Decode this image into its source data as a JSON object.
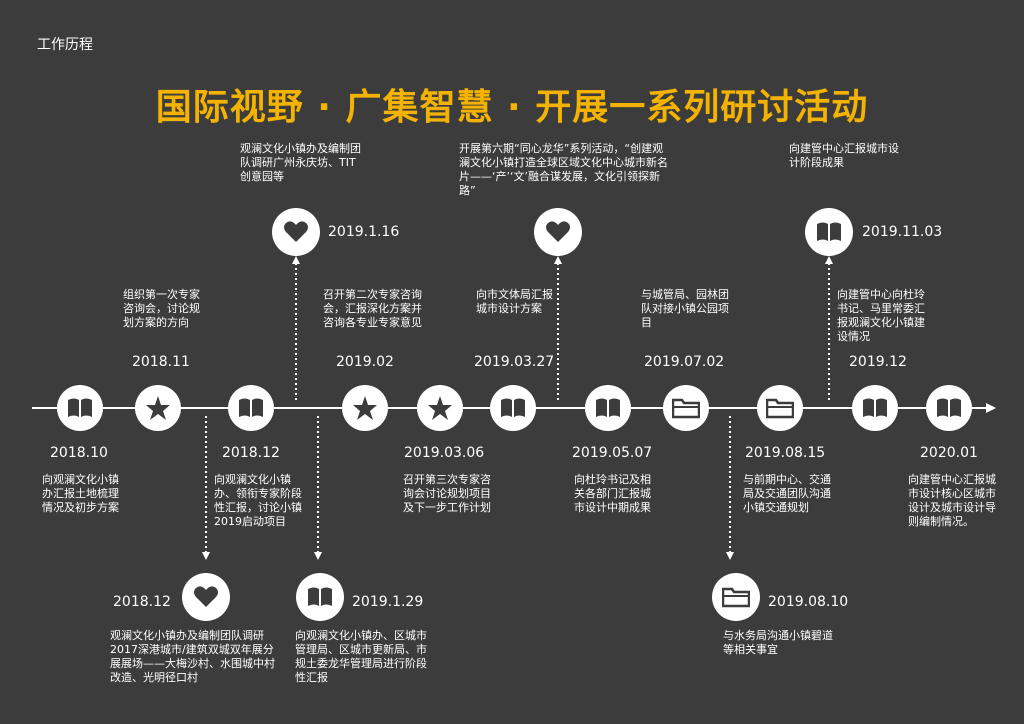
{
  "header": {
    "section_label": "工作历程",
    "title": "国际视野 · 广集智慧 · 开展一系列研讨活动"
  },
  "colors": {
    "background": "#3c3c3c",
    "title": "#f5b301",
    "line": "#ffffff"
  },
  "icons": {
    "book": "book-icon",
    "star": "star-icon",
    "folder": "folder-icon",
    "heart": "heart-icon"
  },
  "axis_nodes": [
    {
      "icon": "book-icon",
      "date": "2018.10",
      "date_side": "below",
      "text": "向观澜文化小镇办汇报土地梳理情况及初步方案"
    },
    {
      "icon": "star-icon",
      "date": "2018.11",
      "date_side": "above",
      "text": "组织第一次专家咨询会，讨论规划方案的方向"
    },
    {
      "icon": "book-icon",
      "date": "2018.12",
      "date_side": "below",
      "text": "向观澜文化小镇办、领衔专家阶段性汇报，讨论小镇2019启动项目"
    },
    {
      "icon": "star-icon",
      "date": "2019.02",
      "date_side": "above",
      "text": "召开第二次专家咨询会，汇报深化方案并咨询各专业专家意见"
    },
    {
      "icon": "star-icon",
      "date": "2019.03.06",
      "date_side": "below",
      "text": "召开第三次专家咨询会讨论规划项目及下一步工作计划"
    },
    {
      "icon": "book-icon",
      "date": "2019.03.27",
      "date_side": "above",
      "text": "向市文体局汇报城市设计方案"
    },
    {
      "icon": "book-icon",
      "date": "2019.05.07",
      "date_side": "below",
      "text": "向杜玲书记及相关各部门汇报城市设计中期成果"
    },
    {
      "icon": "folder-icon",
      "date": "2019.07.02",
      "date_side": "above",
      "text": "与城管局、园林团队对接小镇公园项目"
    },
    {
      "icon": "folder-icon",
      "date": "2019.08.15",
      "date_side": "below",
      "text": "与前期中心、交通局及交通团队沟通小镇交通规划"
    },
    {
      "icon": "book-icon",
      "date": "2019.12",
      "date_side": "above",
      "text": "向建管中心向杜玲书记、马里常委汇报观澜文化小镇建设情况"
    },
    {
      "icon": "book-icon",
      "date": "2020.01",
      "date_side": "below",
      "text": "向建管中心汇报城市设计核心区城市设计及城市设计导则编制情况。"
    }
  ],
  "branch_nodes": [
    {
      "icon": "heart-icon",
      "date": "2019.1.16",
      "text": "观澜文化小镇办及编制团队调研广州永庆坊、TIT创意园等"
    },
    {
      "icon": "heart-icon",
      "date": "",
      "text": "开展第六期“同心龙华”系列活动，“创建观澜文化小镇打造全球区域文化中心城市新名片——‘产’‘文’融合谋发展，文化引领探新路”"
    },
    {
      "icon": "book-icon",
      "date": "2019.11.03",
      "text": "向建管中心汇报城市设计阶段成果"
    },
    {
      "icon": "heart-icon",
      "date": "2018.12",
      "text": "观澜文化小镇办及编制团队调研2017深港城市/建筑双城双年展分展展场——大梅沙村、水围城中村改造、光明径口村"
    },
    {
      "icon": "book-icon",
      "date": "2019.1.29",
      "text": "向观澜文化小镇办、区城市管理局、区城市更新局、市规土委龙华管理局进行阶段性汇报"
    },
    {
      "icon": "folder-icon",
      "date": "2019.08.10",
      "text": "与水务局沟通小镇碧道等相关事宜"
    }
  ]
}
